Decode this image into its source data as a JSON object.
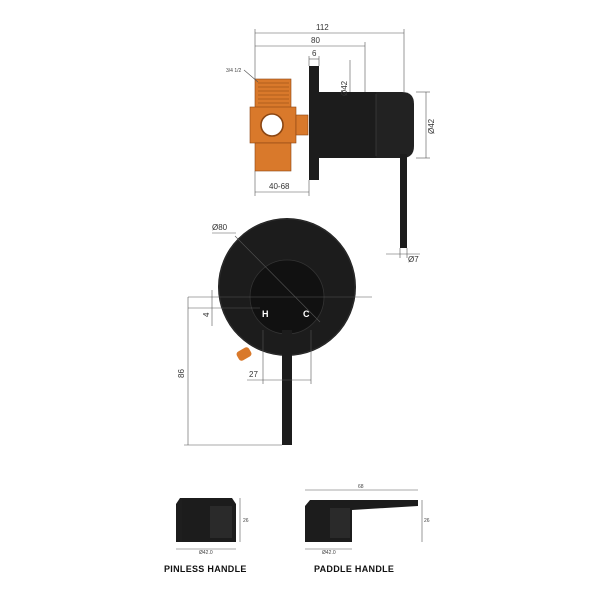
{
  "colors": {
    "finish": "#1c1c1c",
    "valve_body": "#d9792b",
    "dimension_line": "#555555"
  },
  "side_view": {
    "overall_length": "112",
    "projection": "80",
    "plate_thickness": "6",
    "thread": "3/4 1/2",
    "spindle_diameter": "Ø42",
    "handle_diameter": "Ø42",
    "wall_depth": "40-68",
    "lever_diameter": "Ø7"
  },
  "front_view": {
    "plate_diameter": "Ø80",
    "offset": "4",
    "lever_width": "27",
    "lever_length": "86",
    "hot_label": "H",
    "cold_label": "C"
  },
  "pinless": {
    "caption": "PINLESS HANDLE",
    "height_label": "26",
    "base_label": "Ø42.0"
  },
  "paddle": {
    "caption": "PADDLE  HANDLE",
    "length_label": "68",
    "height_label": "26",
    "base_label": "Ø42.0"
  }
}
